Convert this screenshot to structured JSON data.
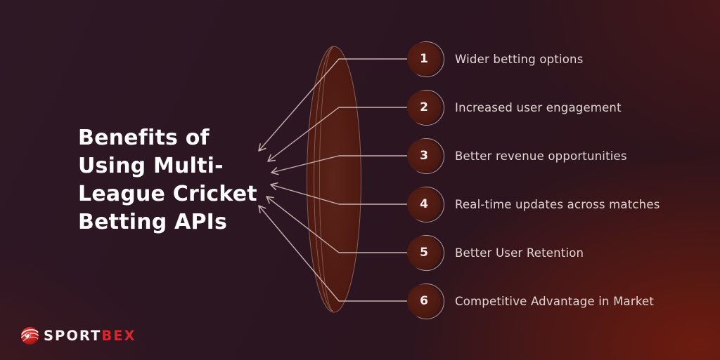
{
  "title": {
    "lines": [
      "Benefits of",
      "Using Multi-",
      "League Cricket",
      "Betting APIs"
    ]
  },
  "benefits": [
    {
      "number": "1",
      "label": "Wider betting options"
    },
    {
      "number": "2",
      "label": "Increased user engagement"
    },
    {
      "number": "3",
      "label": "Better revenue opportunities"
    },
    {
      "number": "4",
      "label": "Real-time updates across matches"
    },
    {
      "number": "5",
      "label": "Better User Retention"
    },
    {
      "number": "6",
      "label": "Competitive Advantage in Market"
    }
  ],
  "logo": {
    "part1": "SPORT",
    "part2": "BEX",
    "icon": "sportbex-ball-icon"
  },
  "colors": {
    "background_base": "#2c1621",
    "background_glow_red": "#6e1c0f",
    "title_text": "#ffffff",
    "label_text": "#e2d6d4",
    "connector_line": "#c9b1af",
    "circle_fill": "#4e1b14",
    "circle_border": "#d0aea7",
    "lens_fill": "#531e14",
    "logo_accent_red": "#d8262c"
  }
}
